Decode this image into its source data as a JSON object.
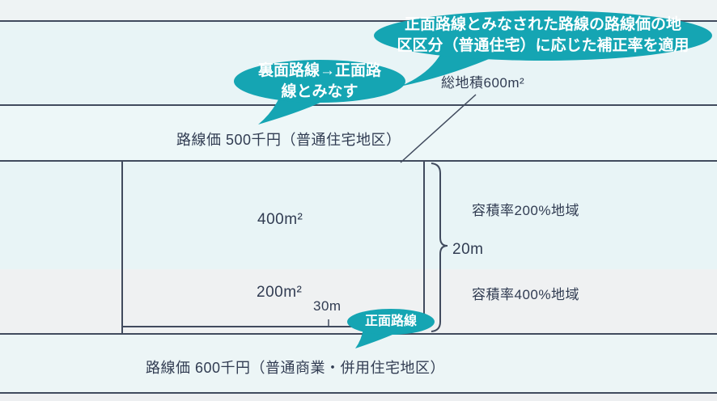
{
  "colors": {
    "teal": "#15a5b3",
    "ink": "#313c52",
    "line": "#414b5e",
    "band_top": "#eef3f4",
    "band_cyan": "#e8f4f6",
    "band_road": "#edf7f8",
    "band_gray": "#eff1f2",
    "band_road2": "#ecf5f6",
    "band_bottom": "#edeff1"
  },
  "callouts": {
    "district_correction": {
      "line1": "正面路線とみなされた路線の路線価の地",
      "line2": "区区分（普通住宅）に応じた補正率を適用"
    },
    "back_to_front": {
      "line1": "裏面路線→正面路",
      "line2": "線とみなす"
    },
    "front_road": {
      "label": "正面路線"
    }
  },
  "roads": {
    "upper": {
      "label": "路線価 500千円（普通住宅地区）"
    },
    "lower": {
      "label": "路線価 600千円（普通商業・併用住宅地区）"
    }
  },
  "plot": {
    "total_area": "総地積600m²",
    "upper_area": "400m²",
    "lower_area": "200m²",
    "frontage": "30m",
    "depth": "20m"
  },
  "zones": {
    "upper": "容積率200%地域",
    "lower": "容積率400%地域"
  }
}
